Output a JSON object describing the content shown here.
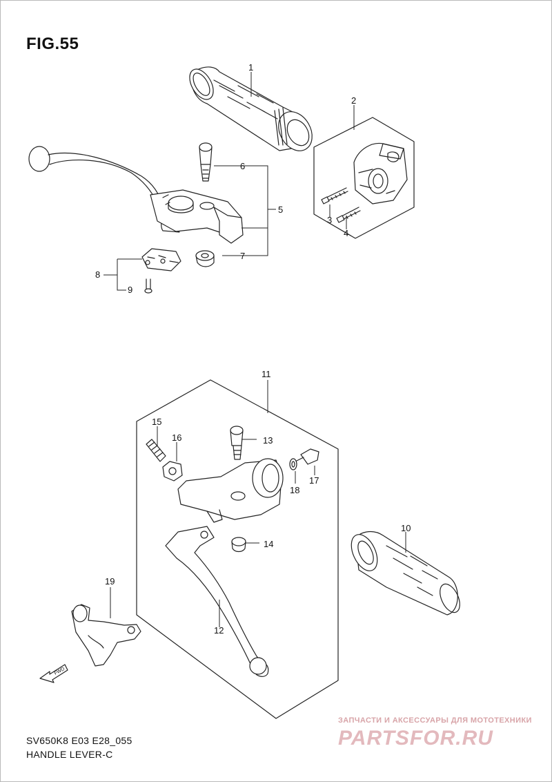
{
  "figure": {
    "title": "FIG.55",
    "code": "SV650K8 E03 E28_055",
    "name": "HANDLE LEVER-C"
  },
  "callouts": [
    "1",
    "2",
    "3",
    "4",
    "5",
    "6",
    "7",
    "8",
    "9",
    "10",
    "11",
    "12",
    "13",
    "14",
    "15",
    "16",
    "17",
    "18",
    "19"
  ],
  "fwd_label": "FWD",
  "watermark": {
    "caption": "ЗАПЧАСТИ И АКСЕССУАРЫ ДЛЯ МОТОТЕХНИКИ",
    "logo": "PARTSFOR.RU"
  },
  "colors": {
    "line": "#222222",
    "watermark": "#e3b9bd"
  }
}
